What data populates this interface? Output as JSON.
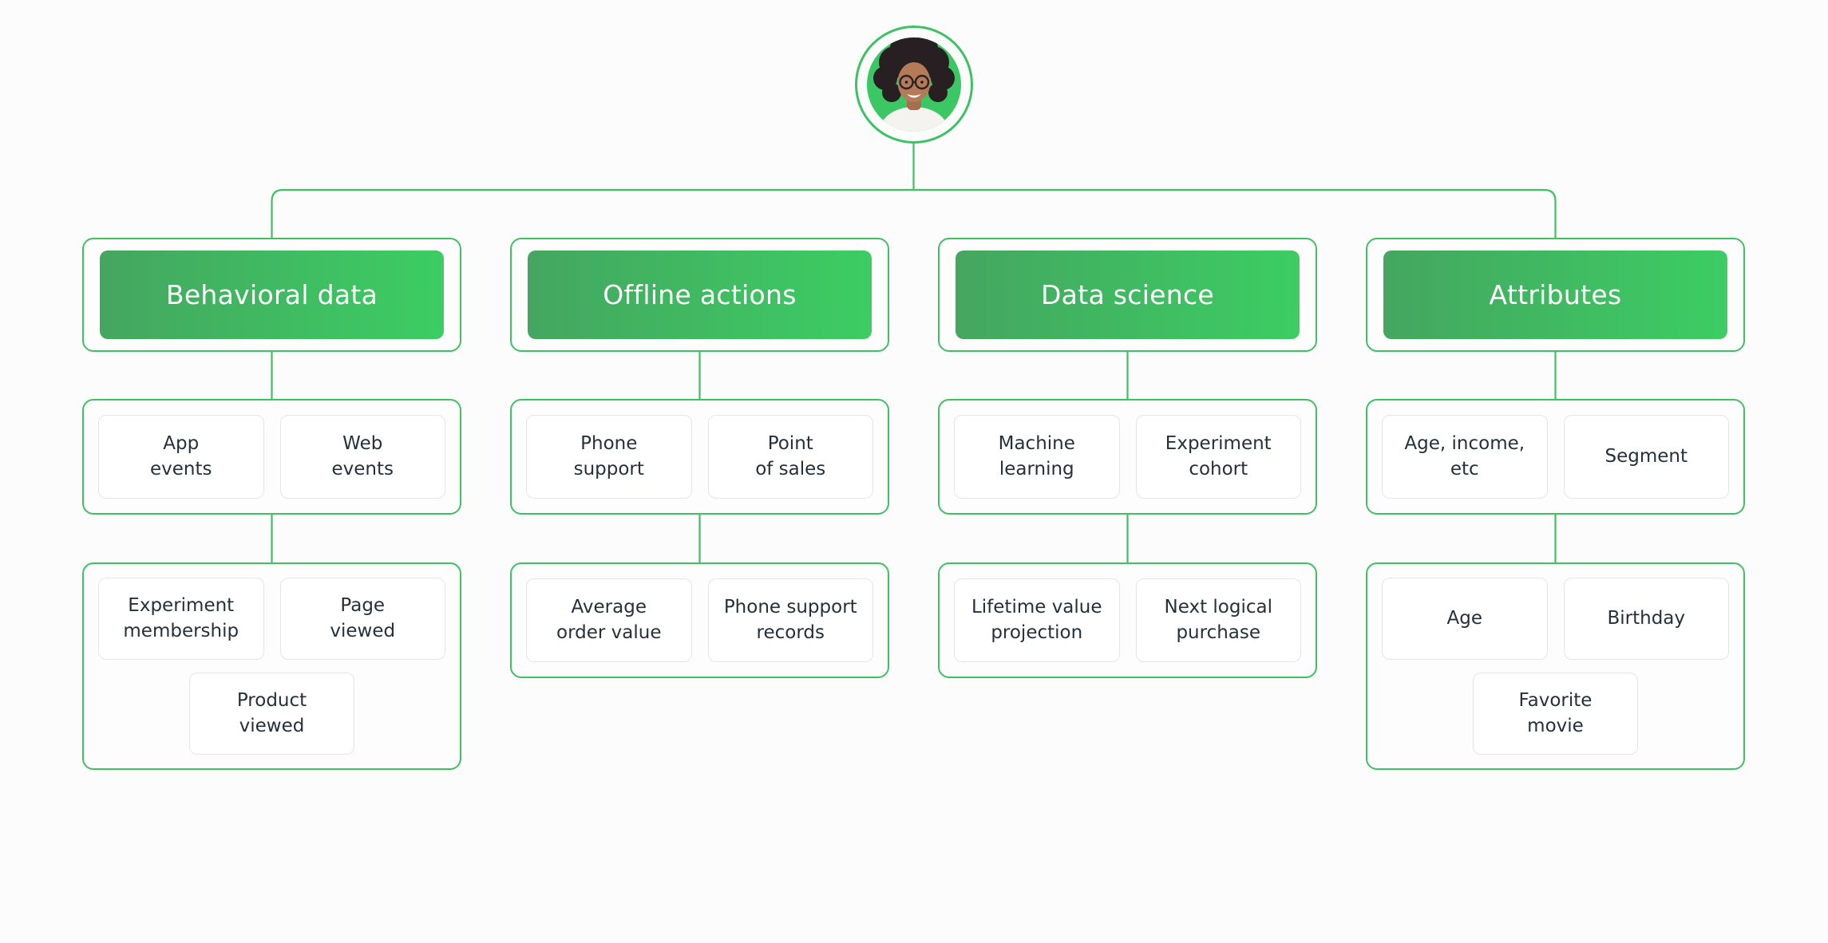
{
  "colors": {
    "page_bg": "#fcfcfc",
    "container_bg": "#fdfdfd",
    "node_bg": "#ffffff",
    "line_green": "#3fc163",
    "gradient_left": "#44a660",
    "gradient_right": "#3ccd63",
    "subbox_border": "#e3e6e8",
    "text_dark": "#25313a",
    "header_text": "#ffffff",
    "avatar_ring": "#3cc263",
    "avatar_bg": "#3bc763"
  },
  "avatar": {
    "icon": "customer-portrait-avatar"
  },
  "columns": [
    {
      "header": "Behavioral data",
      "level2": [
        "App\nevents",
        "Web\nevents"
      ],
      "level3": [
        "Experiment\nmembership",
        "Page\nviewed",
        "Product\nviewed"
      ]
    },
    {
      "header": "Offline actions",
      "level2": [
        "Phone\nsupport",
        "Point\nof sales"
      ],
      "level3": [
        "Average\norder value",
        "Phone support\nrecords"
      ]
    },
    {
      "header": "Data science",
      "level2": [
        "Machine\nlearning",
        "Experiment\ncohort"
      ],
      "level3": [
        "Lifetime value\nprojection",
        "Next logical\npurchase"
      ]
    },
    {
      "header": "Attributes",
      "level2": [
        "Age, income,\netc",
        "Segment"
      ],
      "level3": [
        "Age",
        "Birthday",
        "Favorite\nmovie"
      ]
    }
  ]
}
